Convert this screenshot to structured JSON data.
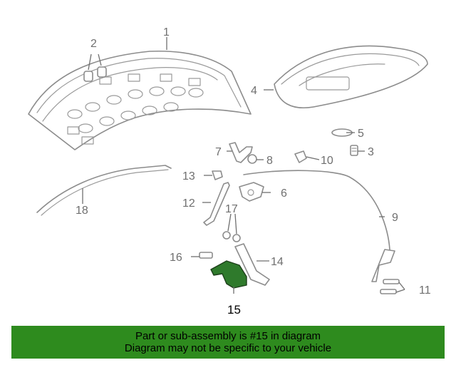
{
  "callouts": {
    "c1": "1",
    "c2": "2",
    "c3": "3",
    "c4": "4",
    "c5": "5",
    "c6": "6",
    "c7": "7",
    "c8": "8",
    "c9": "9",
    "c10": "10",
    "c11": "11",
    "c12": "12",
    "c13": "13",
    "c14": "14",
    "c15": "15",
    "c16": "16",
    "c17": "17",
    "c18": "18"
  },
  "highlighted_part": "15",
  "colors": {
    "highlight": "#2f7a2c",
    "banner": "#2e8b1e",
    "linework": "#8c8c8c"
  },
  "banner": {
    "line1": "Part or sub-assembly is #15 in diagram",
    "line2": "Diagram may not be specific to your vehicle"
  }
}
